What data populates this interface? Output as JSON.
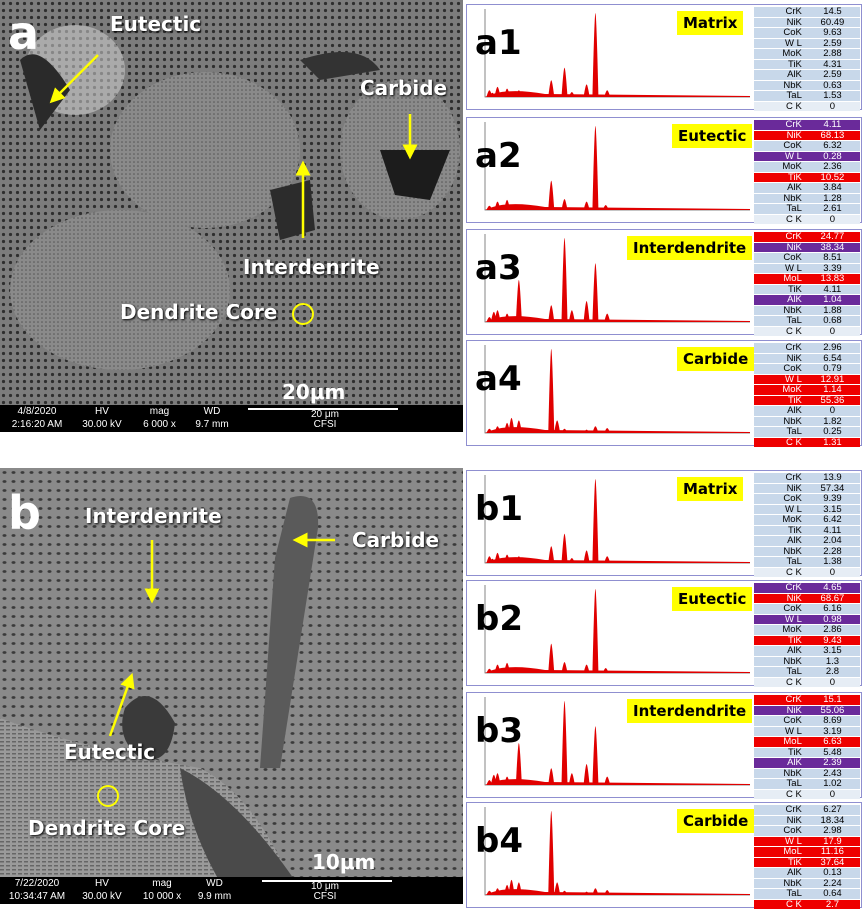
{
  "panel_a": {
    "letter": "a",
    "labels": {
      "eutectic": "Eutectic",
      "carbide": "Carbide",
      "interdenrite": "Interdenrite",
      "dendrite_core": "Dendrite Core"
    },
    "scale": "20μm",
    "bar": {
      "date": "4/8/2020",
      "time": "2:16:20 AM",
      "hv_label": "HV",
      "hv": "30.00 kV",
      "mag_label": "mag",
      "mag": "6 000 x",
      "wd_label": "WD",
      "wd": "9.7 mm",
      "scale_small": "20 μm",
      "inst": "CFSI"
    }
  },
  "panel_b": {
    "letter": "b",
    "labels": {
      "interdenrite": "Interdenrite",
      "carbide": "Carbide",
      "eutectic": "Eutectic",
      "dendrite_core": "Dendrite Core"
    },
    "scale": "10μm",
    "bar": {
      "date": "7/22/2020",
      "time": "10:34:47 AM",
      "hv_label": "HV",
      "hv": "30.00 kV",
      "mag_label": "mag",
      "mag": "10 000 x",
      "wd_label": "WD",
      "wd": "9.9 mm",
      "scale_small": "10 μm",
      "inst": "CFSI"
    }
  },
  "spectra": [
    {
      "tag": "a1",
      "phase": "Matrix",
      "rows": [
        [
          "CrK",
          "14.5",
          "n"
        ],
        [
          "NiK",
          "60.49",
          "n"
        ],
        [
          "CoK",
          "9.63",
          "n"
        ],
        [
          "W L",
          "2.59",
          "n"
        ],
        [
          "MoK",
          "2.88",
          "n"
        ],
        [
          "TiK",
          "4.31",
          "n"
        ],
        [
          "AlK",
          "2.59",
          "n"
        ],
        [
          "NbK",
          "0.63",
          "n"
        ],
        [
          "TaL",
          "1.53",
          "n"
        ],
        [
          "C K",
          "0",
          "n2"
        ]
      ]
    },
    {
      "tag": "a2",
      "phase": "Eutectic",
      "rows": [
        [
          "CrK",
          "4.11",
          "p"
        ],
        [
          "NiK",
          "68.13",
          "r"
        ],
        [
          "CoK",
          "6.32",
          "n"
        ],
        [
          "W L",
          "0.28",
          "p"
        ],
        [
          "MoK",
          "2.36",
          "n"
        ],
        [
          "TiK",
          "10.52",
          "r"
        ],
        [
          "AlK",
          "3.84",
          "n"
        ],
        [
          "NbK",
          "1.28",
          "n"
        ],
        [
          "TaL",
          "2.61",
          "n"
        ],
        [
          "C K",
          "0",
          "n2"
        ]
      ]
    },
    {
      "tag": "a3",
      "phase": "Interdendrite",
      "rows": [
        [
          "CrK",
          "24.77",
          "r"
        ],
        [
          "NiK",
          "38.34",
          "p"
        ],
        [
          "CoK",
          "8.51",
          "n"
        ],
        [
          "W L",
          "3.39",
          "n"
        ],
        [
          "MoL",
          "13.83",
          "r"
        ],
        [
          "TiK",
          "4.11",
          "n"
        ],
        [
          "AlK",
          "1.04",
          "p"
        ],
        [
          "NbK",
          "1.88",
          "n"
        ],
        [
          "TaL",
          "0.68",
          "n"
        ],
        [
          "C K",
          "0",
          "n2"
        ]
      ]
    },
    {
      "tag": "a4",
      "phase": "Carbide",
      "rows": [
        [
          "CrK",
          "2.96",
          "n"
        ],
        [
          "NiK",
          "6.54",
          "n"
        ],
        [
          "CoK",
          "0.79",
          "n"
        ],
        [
          "W L",
          "12.91",
          "r"
        ],
        [
          "MoK",
          "1.14",
          "r"
        ],
        [
          "TiK",
          "55.36",
          "r"
        ],
        [
          "AlK",
          "0",
          "n"
        ],
        [
          "NbK",
          "1.82",
          "n"
        ],
        [
          "TaL",
          "0.25",
          "n"
        ],
        [
          "C K",
          "1.31",
          "r"
        ]
      ]
    },
    {
      "tag": "b1",
      "phase": "Matrix",
      "rows": [
        [
          "CrK",
          "13.9",
          "n"
        ],
        [
          "NiK",
          "57.34",
          "n"
        ],
        [
          "CoK",
          "9.39",
          "n"
        ],
        [
          "W L",
          "3.15",
          "n"
        ],
        [
          "MoK",
          "6.42",
          "n"
        ],
        [
          "TiK",
          "4.11",
          "n"
        ],
        [
          "AlK",
          "2.04",
          "n"
        ],
        [
          "NbK",
          "2.28",
          "n"
        ],
        [
          "TaL",
          "1.38",
          "n"
        ],
        [
          "C K",
          "0",
          "n2"
        ]
      ]
    },
    {
      "tag": "b2",
      "phase": "Eutectic",
      "rows": [
        [
          "CrK",
          "4.65",
          "p"
        ],
        [
          "NiK",
          "68.67",
          "r"
        ],
        [
          "CoK",
          "6.16",
          "n"
        ],
        [
          "W L",
          "0.98",
          "p"
        ],
        [
          "MoK",
          "2.86",
          "n"
        ],
        [
          "TiK",
          "9.43",
          "r"
        ],
        [
          "AlK",
          "3.15",
          "n"
        ],
        [
          "NbK",
          "1.3",
          "n"
        ],
        [
          "TaL",
          "2.8",
          "n"
        ],
        [
          "C K",
          "0",
          "n2"
        ]
      ]
    },
    {
      "tag": "b3",
      "phase": "Interdendrite",
      "rows": [
        [
          "CrK",
          "15.1",
          "r"
        ],
        [
          "NiK",
          "55.06",
          "p"
        ],
        [
          "CoK",
          "8.69",
          "n"
        ],
        [
          "W L",
          "3.19",
          "n"
        ],
        [
          "MoL",
          "6.63",
          "r"
        ],
        [
          "TiK",
          "5.48",
          "n"
        ],
        [
          "AlK",
          "2.39",
          "p"
        ],
        [
          "NbK",
          "2.43",
          "n"
        ],
        [
          "TaL",
          "1.02",
          "n"
        ],
        [
          "C K",
          "0",
          "n2"
        ]
      ]
    },
    {
      "tag": "b4",
      "phase": "Carbide",
      "rows": [
        [
          "CrK",
          "6.27",
          "n"
        ],
        [
          "NiK",
          "18.34",
          "n"
        ],
        [
          "CoK",
          "2.98",
          "n"
        ],
        [
          "W L",
          "17.9",
          "r"
        ],
        [
          "MoL",
          "11.16",
          "r"
        ],
        [
          "TiK",
          "37.64",
          "r"
        ],
        [
          "AlK",
          "0.13",
          "n"
        ],
        [
          "NbK",
          "2.24",
          "n"
        ],
        [
          "TaL",
          "0.64",
          "n"
        ],
        [
          "C K",
          "2.7",
          "r"
        ]
      ]
    }
  ],
  "spectrum_peaks": {
    "1": [
      [
        0.3,
        0.08
      ],
      [
        0.5,
        0.05
      ],
      [
        0.85,
        0.12
      ],
      [
        1.5,
        0.1
      ],
      [
        2.0,
        0.06
      ],
      [
        2.3,
        0.08
      ],
      [
        4.5,
        0.2
      ],
      [
        5.4,
        0.35
      ],
      [
        5.9,
        0.06
      ],
      [
        6.9,
        0.15
      ],
      [
        7.5,
        1.0
      ],
      [
        8.3,
        0.08
      ]
    ],
    "2": [
      [
        0.3,
        0.05
      ],
      [
        0.85,
        0.1
      ],
      [
        1.5,
        0.12
      ],
      [
        2.2,
        0.06
      ],
      [
        4.5,
        0.35
      ],
      [
        5.4,
        0.13
      ],
      [
        6.9,
        0.1
      ],
      [
        7.5,
        1.0
      ],
      [
        8.2,
        0.06
      ]
    ],
    "3": [
      [
        0.3,
        0.06
      ],
      [
        0.6,
        0.12
      ],
      [
        0.85,
        0.14
      ],
      [
        1.5,
        0.1
      ],
      [
        2.3,
        0.5
      ],
      [
        4.5,
        0.2
      ],
      [
        5.4,
        1.0
      ],
      [
        5.9,
        0.14
      ],
      [
        6.9,
        0.25
      ],
      [
        7.5,
        0.7
      ],
      [
        8.3,
        0.1
      ]
    ],
    "4": [
      [
        0.3,
        0.05
      ],
      [
        0.85,
        0.08
      ],
      [
        1.5,
        0.12
      ],
      [
        1.8,
        0.18
      ],
      [
        2.3,
        0.15
      ],
      [
        4.5,
        1.0
      ],
      [
        4.9,
        0.15
      ],
      [
        5.4,
        0.05
      ],
      [
        6.9,
        0.04
      ],
      [
        7.5,
        0.08
      ],
      [
        8.3,
        0.06
      ]
    ]
  }
}
